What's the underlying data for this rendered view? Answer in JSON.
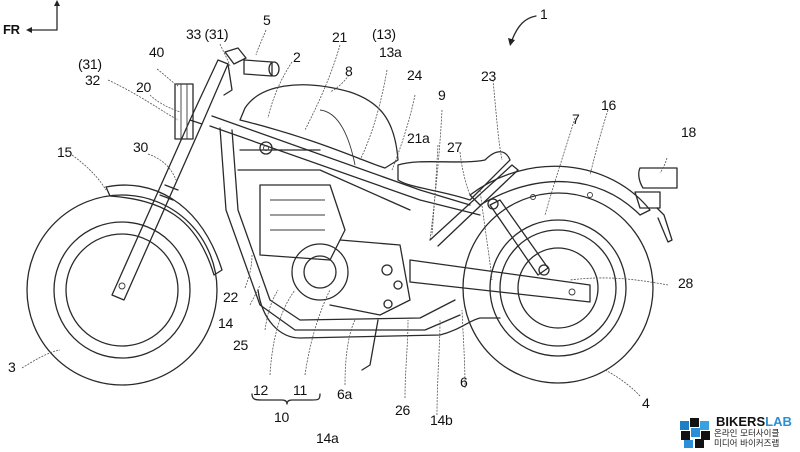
{
  "figure": {
    "direction_indicator": {
      "label": "FR",
      "icon": "arrow-left-up-icon"
    },
    "reference_labels": [
      {
        "id": "ref-1",
        "text": "1"
      },
      {
        "id": "ref-2",
        "text": "2"
      },
      {
        "id": "ref-3",
        "text": "3"
      },
      {
        "id": "ref-4",
        "text": "4"
      },
      {
        "id": "ref-5",
        "text": "5"
      },
      {
        "id": "ref-6",
        "text": "6"
      },
      {
        "id": "ref-6a",
        "text": "6a"
      },
      {
        "id": "ref-7",
        "text": "7"
      },
      {
        "id": "ref-8",
        "text": "8"
      },
      {
        "id": "ref-9",
        "text": "9"
      },
      {
        "id": "ref-10",
        "text": "10"
      },
      {
        "id": "ref-11",
        "text": "11"
      },
      {
        "id": "ref-12",
        "text": "12"
      },
      {
        "id": "ref-13",
        "text": "(13)"
      },
      {
        "id": "ref-13a",
        "text": "13a"
      },
      {
        "id": "ref-14",
        "text": "14"
      },
      {
        "id": "ref-14a",
        "text": "14a"
      },
      {
        "id": "ref-14b",
        "text": "14b"
      },
      {
        "id": "ref-15",
        "text": "15"
      },
      {
        "id": "ref-16",
        "text": "16"
      },
      {
        "id": "ref-18",
        "text": "18"
      },
      {
        "id": "ref-20",
        "text": "20"
      },
      {
        "id": "ref-21",
        "text": "21"
      },
      {
        "id": "ref-21a",
        "text": "21a"
      },
      {
        "id": "ref-22",
        "text": "22"
      },
      {
        "id": "ref-23",
        "text": "23"
      },
      {
        "id": "ref-24",
        "text": "24"
      },
      {
        "id": "ref-25",
        "text": "25"
      },
      {
        "id": "ref-26",
        "text": "26"
      },
      {
        "id": "ref-27",
        "text": "27"
      },
      {
        "id": "ref-28",
        "text": "28"
      },
      {
        "id": "ref-30",
        "text": "30"
      },
      {
        "id": "ref-31",
        "text": "(31)"
      },
      {
        "id": "ref-32",
        "text": "32"
      },
      {
        "id": "ref-33",
        "text": "33 (31)"
      },
      {
        "id": "ref-40",
        "text": "40"
      }
    ]
  },
  "watermark": {
    "brand_primary": "BIKERS",
    "brand_secondary": "LAB",
    "tagline_line1": "온라인 모터사이클",
    "tagline_line2": "미디어 바이커즈랩",
    "colors": {
      "primary": "#111111",
      "accent": "#2a8fd6"
    }
  }
}
